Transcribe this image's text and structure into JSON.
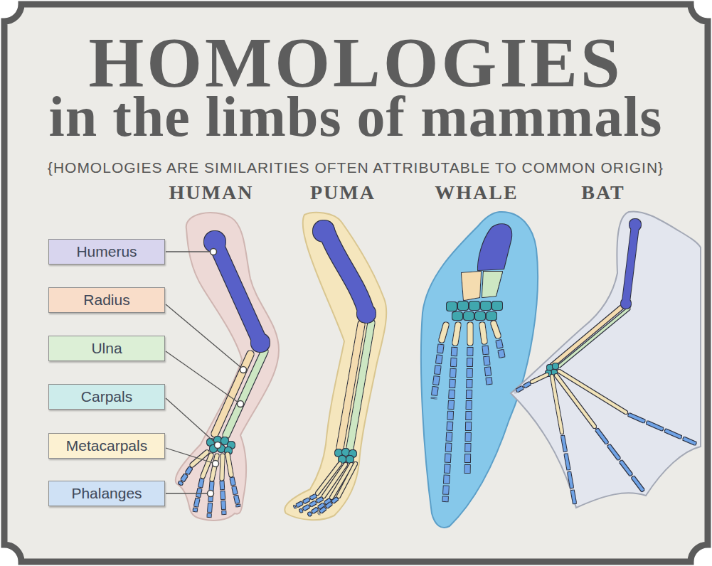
{
  "diagram": {
    "title": "HOMOLOGIES",
    "nodes": [
      {
        "text": [
          "Humerus"
        ]
      },
      {
        "text": [
          "Radius"
        ]
      },
      {
        "text": [
          "Ulna"
        ]
      },
      {
        "text": [
          "Carpals"
        ]
      },
      {
        "text": [
          "Metacarpals"
        ]
      },
      {
        "text": [
          "Phalanges"
        ]
      }
    ],
    "labels": [
      "in the limbs of mammals",
      "{HOMOLOGIES ARE SIMILARITIES OFTEN ATTRIBUTABLE TO COMMON ORIGIN}",
      "HUMAN",
      "PUMA",
      "WHALE",
      "BAT"
    ]
  }
}
